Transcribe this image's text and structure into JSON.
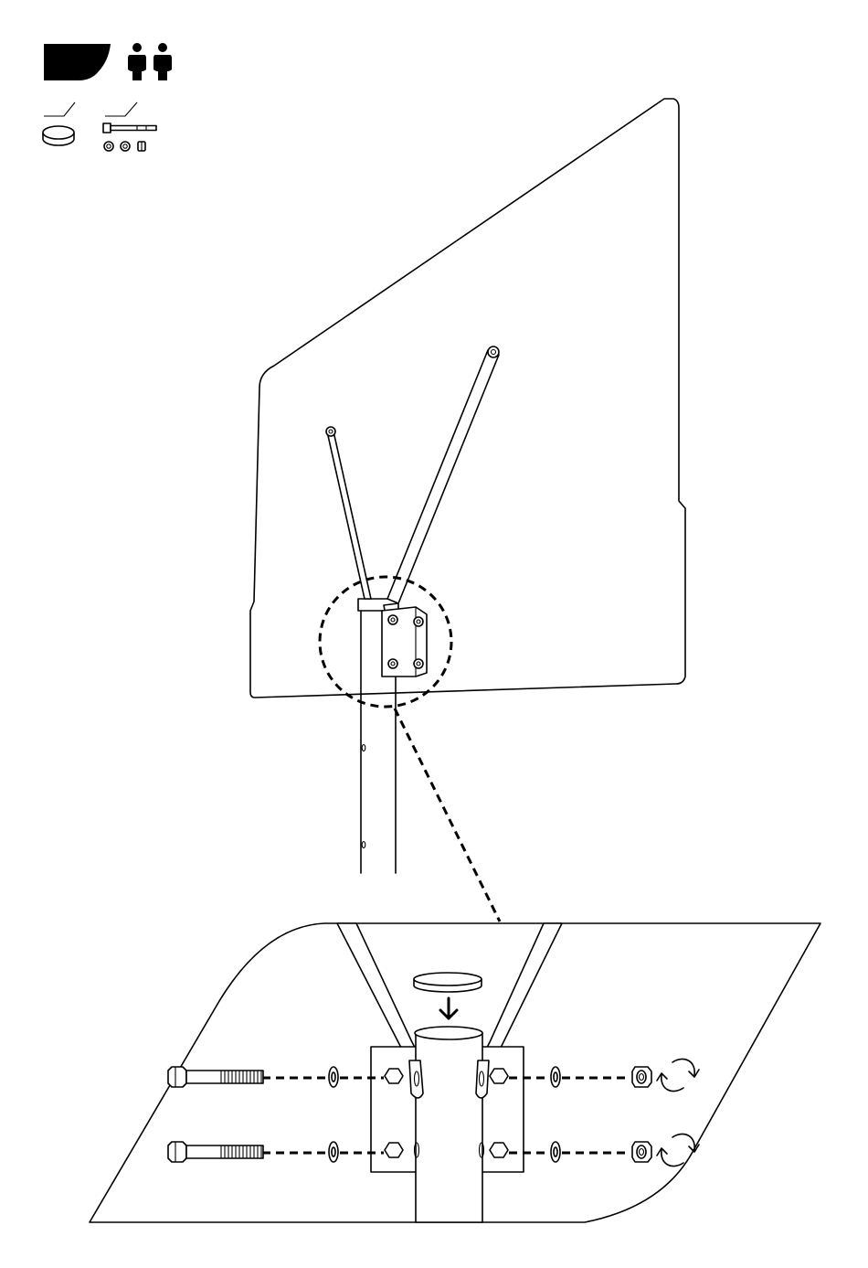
{
  "header": {
    "step_badge_icon": "step-badge-icon",
    "people_icon": "two-person-icon",
    "people_count": 2
  },
  "parts": [
    {
      "icon": "foam-pad-icon"
    },
    {
      "icon": "bolt-washers-nut-icon"
    }
  ],
  "overview": {
    "backboard_icon": "backboard-outline",
    "pole_icon": "pole-icon",
    "braces_icon": "support-brace-icon",
    "bracket_icon": "mounting-bracket-icon",
    "callout_icon": "detail-callout-circle"
  },
  "detail": {
    "bolt_rows": 2,
    "rotate_icon": "tighten-rotate-icon",
    "arrow_icon": "insert-down-arrow-icon"
  },
  "colors": {
    "line": "#000000",
    "background": "#ffffff"
  }
}
